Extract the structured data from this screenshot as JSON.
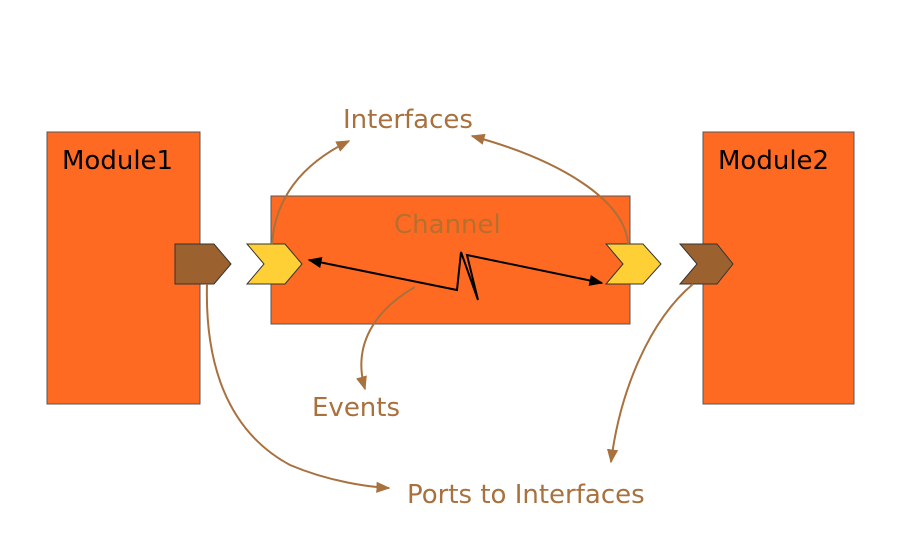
{
  "diagram": {
    "module1_label": "Module1",
    "module2_label": "Module2",
    "channel_label": "Channel",
    "interfaces_label": "Interfaces",
    "events_label": "Events",
    "ports_label": "Ports to Interfaces"
  },
  "colors": {
    "block_fill": "#ff6a22",
    "port_fill": "#9b6230",
    "interface_fill": "#ffd035",
    "annotation": "#a8713e",
    "channel_text": "#b5702f",
    "module_text": "#000000"
  }
}
